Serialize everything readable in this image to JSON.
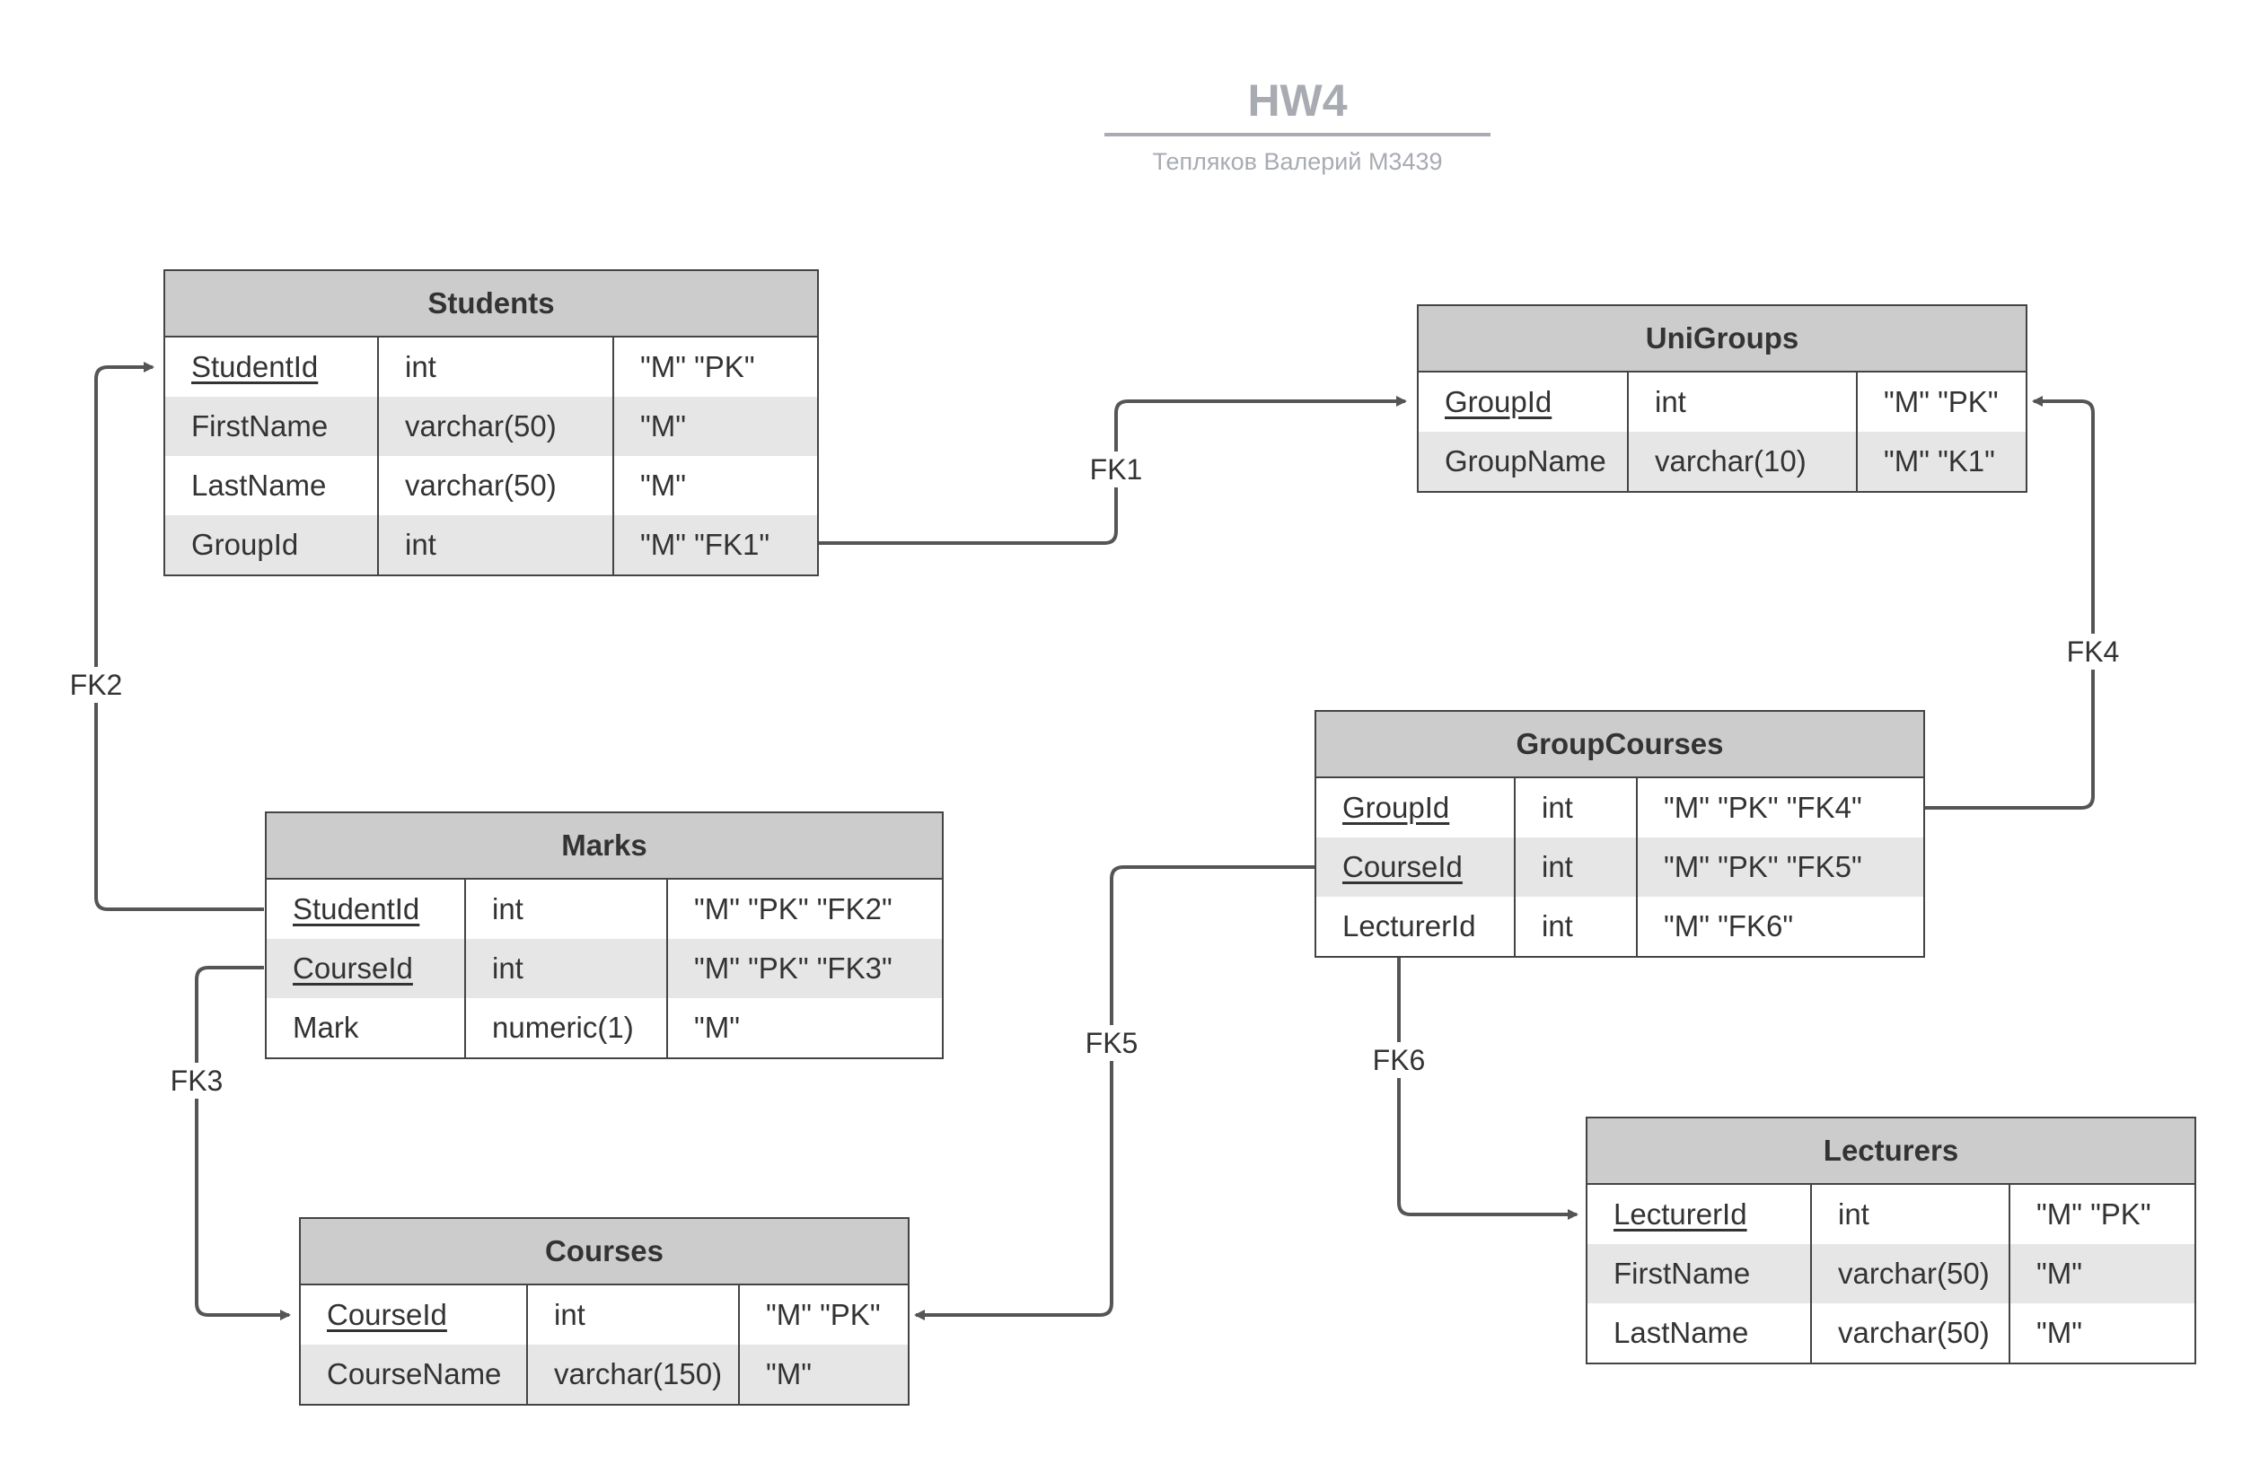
{
  "title": "HW4",
  "subtitle": "Тепляков Валерий M3439",
  "entities": {
    "students": {
      "name": "Students",
      "rows": [
        {
          "field": "StudentId",
          "type": "int",
          "constraints": "\"M\" \"PK\"",
          "key": true
        },
        {
          "field": "FirstName",
          "type": "varchar(50)",
          "constraints": "\"M\"",
          "key": false
        },
        {
          "field": "LastName",
          "type": "varchar(50)",
          "constraints": "\"M\"",
          "key": false
        },
        {
          "field": "GroupId",
          "type": "int",
          "constraints": "\"M\" \"FK1\"",
          "key": false
        }
      ]
    },
    "unigroups": {
      "name": "UniGroups",
      "rows": [
        {
          "field": "GroupId",
          "type": "int",
          "constraints": "\"M\" \"PK\"",
          "key": true
        },
        {
          "field": "GroupName",
          "type": "varchar(10)",
          "constraints": "\"M\" \"K1\"",
          "key": false
        }
      ]
    },
    "marks": {
      "name": "Marks",
      "rows": [
        {
          "field": "StudentId",
          "type": "int",
          "constraints": "\"M\" \"PK\" \"FK2\"",
          "key": true
        },
        {
          "field": "CourseId",
          "type": "int",
          "constraints": "\"M\" \"PK\" \"FK3\"",
          "key": true
        },
        {
          "field": "Mark",
          "type": "numeric(1)",
          "constraints": "\"M\"",
          "key": false
        }
      ]
    },
    "groupcourses": {
      "name": "GroupCourses",
      "rows": [
        {
          "field": "GroupId",
          "type": "int",
          "constraints": "\"M\" \"PK\" \"FK4\"",
          "key": true
        },
        {
          "field": "CourseId",
          "type": "int",
          "constraints": "\"M\" \"PK\" \"FK5\"",
          "key": true
        },
        {
          "field": "LecturerId",
          "type": "int",
          "constraints": "\"M\" \"FK6\"",
          "key": false
        }
      ]
    },
    "courses": {
      "name": "Courses",
      "rows": [
        {
          "field": "CourseId",
          "type": "int",
          "constraints": "\"M\" \"PK\"",
          "key": true
        },
        {
          "field": "CourseName",
          "type": "varchar(150)",
          "constraints": "\"M\"",
          "key": false
        }
      ]
    },
    "lecturers": {
      "name": "Lecturers",
      "rows": [
        {
          "field": "LecturerId",
          "type": "int",
          "constraints": "\"M\" \"PK\"",
          "key": true
        },
        {
          "field": "FirstName",
          "type": "varchar(50)",
          "constraints": "\"M\"",
          "key": false
        },
        {
          "field": "LastName",
          "type": "varchar(50)",
          "constraints": "\"M\"",
          "key": false
        }
      ]
    }
  },
  "relations": [
    {
      "label": "FK1",
      "from": "Students.GroupId",
      "to": "UniGroups.GroupId"
    },
    {
      "label": "FK2",
      "from": "Marks.StudentId",
      "to": "Students.StudentId"
    },
    {
      "label": "FK3",
      "from": "Marks.CourseId",
      "to": "Courses.CourseId"
    },
    {
      "label": "FK4",
      "from": "GroupCourses.GroupId",
      "to": "UniGroups.GroupId"
    },
    {
      "label": "FK5",
      "from": "GroupCourses.CourseId",
      "to": "Courses.CourseId"
    },
    {
      "label": "FK6",
      "from": "GroupCourses.LecturerId",
      "to": "Lecturers.LecturerId"
    }
  ]
}
